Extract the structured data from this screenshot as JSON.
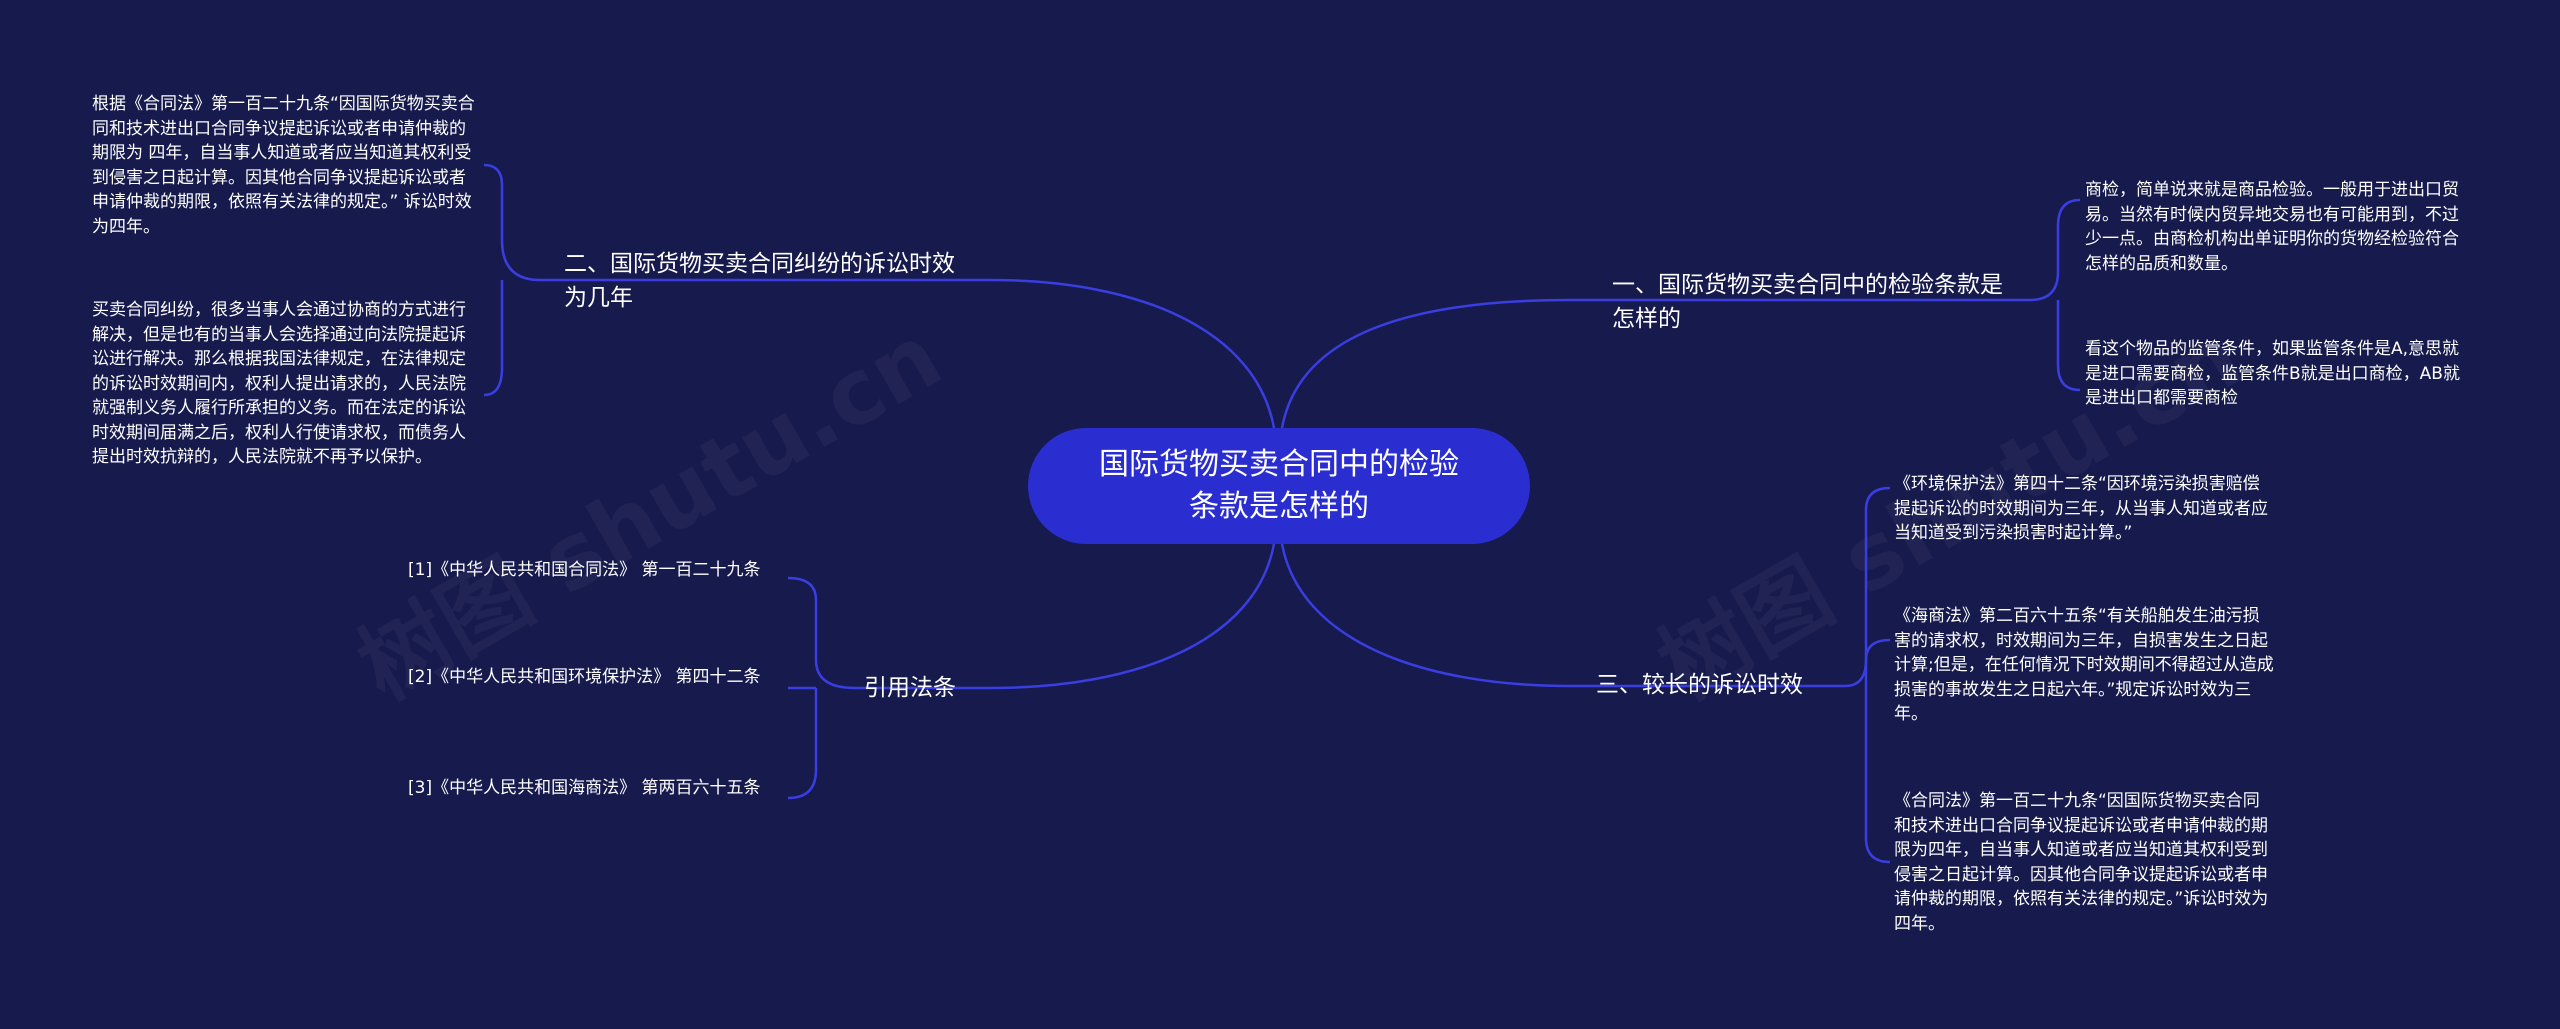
{
  "watermark": "树图 shutu.cn",
  "colors": {
    "background": "#161a4d",
    "root_fill": "#2a2ed0",
    "link": "#3a3ee0",
    "text": "#ffffff"
  },
  "root": {
    "label": "国际货物买卖合同中的检验条款是怎样的"
  },
  "branches": {
    "b1": {
      "label": "一、国际货物买卖合同中的检验条款是怎样的"
    },
    "b2": {
      "label": "二、国际货物买卖合同纠纷的诉讼时效为几年"
    },
    "b3": {
      "label": "三、较长的诉讼时效"
    },
    "b4": {
      "label": "引用法条"
    }
  },
  "leaves": {
    "b1": [
      "商检，简单说来就是商品检验。一般用于进出口贸易。当然有时候内贸异地交易也有可能用到，不过少一点。由商检机构出单证明你的货物经检验符合怎样的品质和数量。",
      "看这个物品的监管条件，如果监管条件是A,意思就是进口需要商检，监管条件B就是出口商检，AB就是进出口都需要商检"
    ],
    "b2": [
      "根据《合同法》第一百二十九条“因国际货物买卖合同和技术进出口合同争议提起诉讼或者申请仲裁的期限为 四年，自当事人知道或者应当知道其权利受到侵害之日起计算。因其他合同争议提起诉讼或者申请仲裁的期限，依照有关法律的规定。” 诉讼时效为四年。",
      "买卖合同纠纷，很多当事人会通过协商的方式进行解决，但是也有的当事人会选择通过向法院提起诉讼进行解决。那么根据我国法律规定，在法律规定的诉讼时效期间内，权利人提出请求的，人民法院就强制义务人履行所承担的义务。而在法定的诉讼时效期间届满之后，权利人行使请求权，而债务人提出时效抗辩的，人民法院就不再予以保护。"
    ],
    "b3": [
      "《环境保护法》第四十二条“因环境污染损害赔偿提起诉讼的时效期间为三年，从当事人知道或者应当知道受到污染损害时起计算。”",
      "《海商法》第二百六十五条“有关船舶发生油污损害的请求权，时效期间为三年，自损害发生之日起计算;但是，在任何情况下时效期间不得超过从造成损害的事故发生之日起六年。”规定诉讼时效为三年。",
      "《合同法》第一百二十九条“因国际货物买卖合同和技术进出口合同争议提起诉讼或者申请仲裁的期限为四年，自当事人知道或者应当知道其权利受到侵害之日起计算。因其他合同争议提起诉讼或者申请仲裁的期限，依照有关法律的规定。”诉讼时效为四年。"
    ],
    "b4": [
      "[1]《中华人民共和国合同法》 第一百二十九条",
      "[2]《中华人民共和国环境保护法》 第四十二条",
      "[3]《中华人民共和国海商法》 第两百六十五条"
    ]
  }
}
